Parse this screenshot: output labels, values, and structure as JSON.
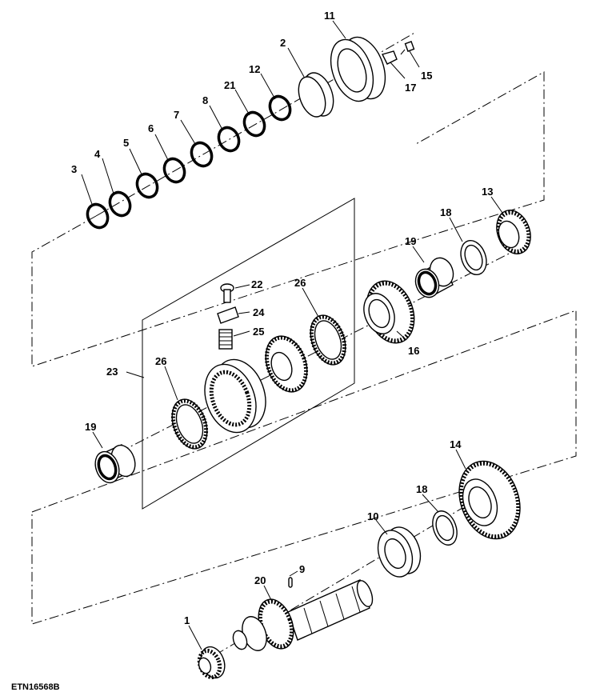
{
  "figure_id": "ETN16568B",
  "callouts": [
    {
      "id": "c1",
      "text": "1"
    },
    {
      "id": "c2",
      "text": "2"
    },
    {
      "id": "c3",
      "text": "3"
    },
    {
      "id": "c4",
      "text": "4"
    },
    {
      "id": "c5",
      "text": "5"
    },
    {
      "id": "c6",
      "text": "6"
    },
    {
      "id": "c7",
      "text": "7"
    },
    {
      "id": "c8",
      "text": "8"
    },
    {
      "id": "c9",
      "text": "9"
    },
    {
      "id": "c10",
      "text": "10"
    },
    {
      "id": "c11",
      "text": "11"
    },
    {
      "id": "c12",
      "text": "12"
    },
    {
      "id": "c13",
      "text": "13"
    },
    {
      "id": "c14",
      "text": "14"
    },
    {
      "id": "c15",
      "text": "15"
    },
    {
      "id": "c16",
      "text": "16"
    },
    {
      "id": "c17",
      "text": "17"
    },
    {
      "id": "c18a",
      "text": "18"
    },
    {
      "id": "c18b",
      "text": "18"
    },
    {
      "id": "c19a",
      "text": "19"
    },
    {
      "id": "c19b",
      "text": "19"
    },
    {
      "id": "c20",
      "text": "20"
    },
    {
      "id": "c21",
      "text": "21"
    },
    {
      "id": "c22",
      "text": "22"
    },
    {
      "id": "c23",
      "text": "23"
    },
    {
      "id": "c24",
      "text": "24"
    },
    {
      "id": "c25",
      "text": "25"
    },
    {
      "id": "c26a",
      "text": "26"
    },
    {
      "id": "c26b",
      "text": "26"
    }
  ]
}
